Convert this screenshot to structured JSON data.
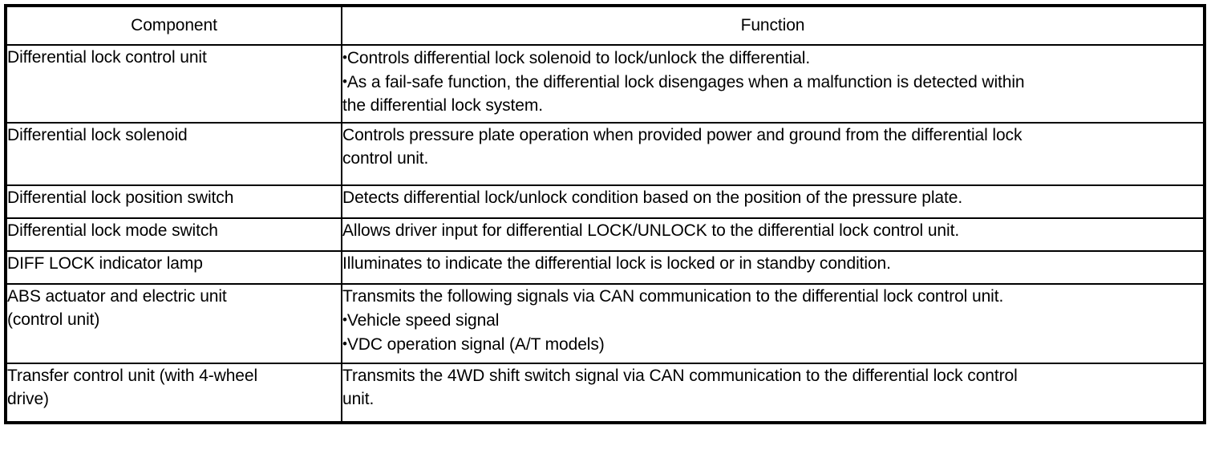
{
  "table": {
    "headers": {
      "component": "Component",
      "function": "Function"
    },
    "rows": [
      {
        "component_lines": [
          "Differential lock control unit"
        ],
        "function_lines": [
          {
            "bullet": true,
            "text": "Controls differential lock solenoid to lock/unlock the differential."
          },
          {
            "bullet": true,
            "text": "As a fail-safe function, the differential lock disengages when a malfunction is detected within"
          },
          {
            "bullet": false,
            "text": "the differential lock system."
          }
        ]
      },
      {
        "component_lines": [
          "Differential lock solenoid"
        ],
        "function_lines": [
          {
            "bullet": false,
            "text": "Controls pressure plate operation when provided power and ground from the differential lock"
          },
          {
            "bullet": false,
            "text": "control unit."
          }
        ]
      },
      {
        "component_lines": [
          "Differential lock position switch"
        ],
        "function_lines": [
          {
            "bullet": false,
            "text": "Detects differential lock/unlock condition based on the position of the pressure plate."
          }
        ]
      },
      {
        "component_lines": [
          "Differential lock mode switch"
        ],
        "function_lines": [
          {
            "bullet": false,
            "text": "Allows driver input for differential LOCK/UNLOCK to the differential lock control unit."
          }
        ]
      },
      {
        "component_lines": [
          "DIFF LOCK indicator lamp"
        ],
        "function_lines": [
          {
            "bullet": false,
            "text": "Illuminates to indicate the differential lock is locked or in standby condition."
          }
        ]
      },
      {
        "component_lines": [
          "ABS actuator and electric unit",
          "(control unit)"
        ],
        "function_lines": [
          {
            "bullet": false,
            "text": "Transmits the following signals via CAN communication to the differential lock control unit."
          },
          {
            "bullet": true,
            "text": "Vehicle speed signal"
          },
          {
            "bullet": true,
            "text": "VDC operation signal (A/T models)"
          }
        ]
      },
      {
        "component_lines": [
          "Transfer control unit (with 4-wheel",
          "drive)"
        ],
        "function_lines": [
          {
            "bullet": false,
            "text": "Transmits the 4WD shift switch signal via CAN communication to the differential lock control"
          },
          {
            "bullet": false,
            "text": "unit."
          }
        ]
      }
    ]
  },
  "colors": {
    "border": "#000000",
    "text": "#000000",
    "background": "#ffffff"
  }
}
